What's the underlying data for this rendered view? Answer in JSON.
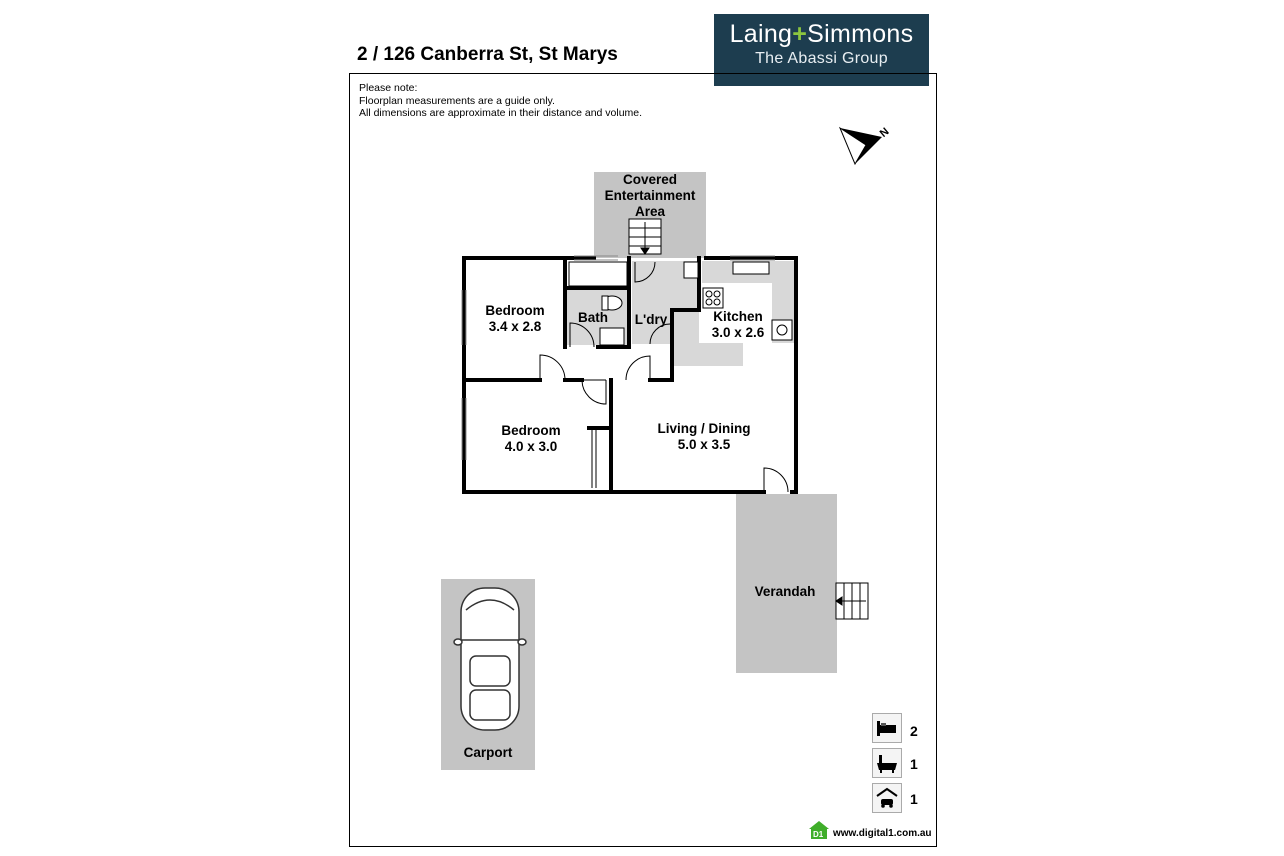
{
  "title": "2 / 126 Canberra St, St Marys",
  "logo": {
    "brand_left": "Laing",
    "brand_plus": "+",
    "brand_right": "Simmons",
    "subtitle": "The Abassi Group"
  },
  "note": {
    "heading": "Please note:",
    "line1": "Floorplan measurements are a guide only.",
    "line2": "All dimensions are approximate in their distance and volume."
  },
  "compass": {
    "letter": "N"
  },
  "rooms": {
    "covered_line1": "Covered",
    "covered_line2": "Entertainment",
    "covered_line3": "Area",
    "bedroom1_name": "Bedroom",
    "bedroom1_size": "3.4 x 2.8",
    "bath_name": "Bath",
    "laundry_name": "L'dry",
    "kitchen_name": "Kitchen",
    "kitchen_size": "3.0 x 2.6",
    "bedroom2_name": "Bedroom",
    "bedroom2_size": "4.0 x 3.0",
    "living_name": "Living / Dining",
    "living_size": "5.0 x 3.5",
    "verandah_name": "Verandah",
    "carport_name": "Carport"
  },
  "stats": {
    "bedrooms": "2",
    "bathrooms": "1",
    "car_spaces": "1"
  },
  "icons": [
    "bed-icon",
    "bath-icon",
    "car-icon",
    "house-icon",
    "compass-icon"
  ],
  "colors": {
    "brand": "#1d3d4f",
    "accent": "#8cc63f",
    "outdoor_fill": "#c4c4c4",
    "wall": "#000000"
  },
  "footer": {
    "badge": "D1",
    "website": "www.digital1.com.au"
  }
}
